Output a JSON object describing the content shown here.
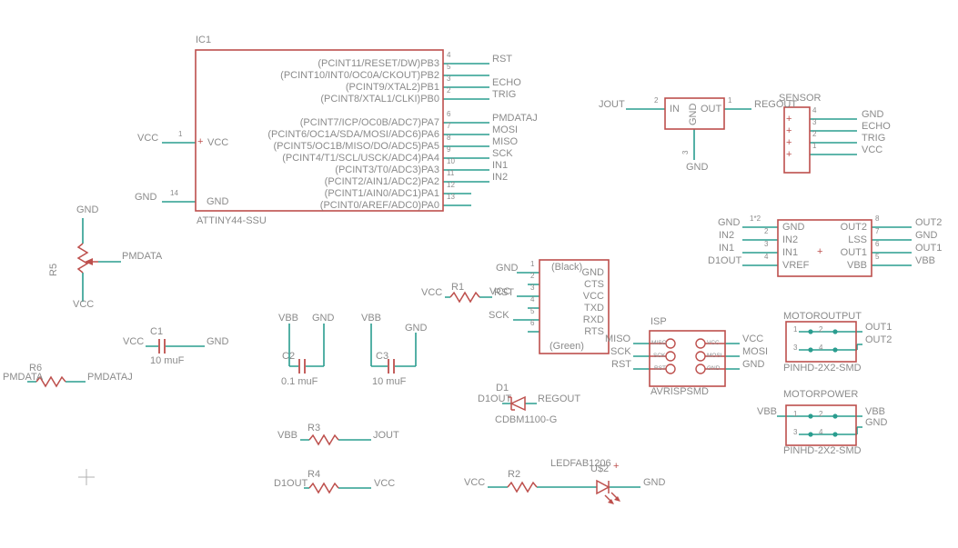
{
  "colors": {
    "wire": "#2a9d8f",
    "symbol": "#bd4f4c",
    "text": "#8b8b8b"
  },
  "ic1": {
    "name": "IC1",
    "part": "ATTINY44-SSU",
    "inside_vcc": "VCC",
    "inside_gnd": "GND",
    "plus": "+",
    "left": [
      {
        "net": "VCC",
        "num": "1"
      },
      {
        "net": "GND",
        "num": "14"
      }
    ],
    "right": [
      {
        "pin": "(PCINT11/RESET/DW)PB3",
        "num": "4",
        "net": "RST"
      },
      {
        "pin": "(PCINT10/INT0/OC0A/CKOUT)PB2",
        "num": "5",
        "net": ""
      },
      {
        "pin": "(PCINT9/XTAL2)PB1",
        "num": "3",
        "net": "ECHO"
      },
      {
        "pin": "(PCINT8/XTAL1/CLKI)PB0",
        "num": "2",
        "net": "TRIG"
      },
      {
        "pin": "(PCINT7/ICP/OC0B/ADC7)PA7",
        "num": "6",
        "net": "PMDATAJ"
      },
      {
        "pin": "(PCINT6/OC1A/SDA/MOSI/ADC6)PA6",
        "num": "7",
        "net": "MOSI"
      },
      {
        "pin": "(PCINT5/OC1B/MISO/DO/ADC5)PA5",
        "num": "8",
        "net": "MISO"
      },
      {
        "pin": "(PCINT4/T1/SCL/USCK/ADC4)PA4",
        "num": "9",
        "net": "SCK"
      },
      {
        "pin": "(PCINT3/T0/ADC3)PA3",
        "num": "10",
        "net": "IN1"
      },
      {
        "pin": "(PCINT2/AIN1/ADC2)PA2",
        "num": "11",
        "net": "IN2"
      },
      {
        "pin": "(PCINT1/AIN0/ADC1)PA1",
        "num": "12",
        "net": ""
      },
      {
        "pin": "(PCINT0/AREF/ADC0)PA0",
        "num": "13",
        "net": ""
      }
    ]
  },
  "regulator": {
    "net_in": "JOUT",
    "num_in": "2",
    "pin_in_label": "IN",
    "pin_out_label": "OUT",
    "num_out": "1",
    "net_out": "REGOUT",
    "pin_gnd_label": "GND",
    "num_gnd": "3",
    "net_gnd": "GND"
  },
  "sensor": {
    "name": "SENSOR",
    "plus": "+",
    "pins": [
      {
        "num": "4",
        "net": "GND"
      },
      {
        "num": "3",
        "net": "ECHO"
      },
      {
        "num": "2",
        "net": "TRIG"
      },
      {
        "num": "1",
        "net": "VCC"
      }
    ]
  },
  "hbridge": {
    "plus": "+",
    "rows": [
      {
        "lnet": "GND",
        "lnum": "1*2",
        "lname": "GND",
        "rname": "OUT2",
        "rnum": "8",
        "rnet": "OUT2"
      },
      {
        "lnet": "IN2",
        "lnum": "2",
        "lname": "IN2",
        "rname": "LSS",
        "rnum": "7",
        "rnet": "GND"
      },
      {
        "lnet": "IN1",
        "lnum": "3",
        "lname": "IN1",
        "rname": "OUT1",
        "rnum": "6",
        "rnet": "OUT1"
      },
      {
        "lnet": "D1OUT",
        "lnum": "4",
        "lname": "VREF",
        "rname": "VBB",
        "rnum": "5",
        "rnet": "VBB"
      }
    ]
  },
  "ftdi": {
    "top_note": "(Black)",
    "bottom_note": "(Green)",
    "pins": [
      {
        "name": "GND",
        "num": "1",
        "net": "GND"
      },
      {
        "name": "CTS",
        "num": "2",
        "net": ""
      },
      {
        "name": "VCC",
        "num": "3",
        "net": "VCC"
      },
      {
        "name": "TXD",
        "num": "4",
        "net": ""
      },
      {
        "name": "RXD",
        "num": "5",
        "net": "SCK"
      },
      {
        "name": "RTS",
        "num": "6",
        "net": ""
      }
    ]
  },
  "isp": {
    "name": "ISP",
    "part": "AVRISPSMD",
    "rows": [
      {
        "lnet": "MISO",
        "lpad": "MISO",
        "rpad": "VCC",
        "rnet": "VCC"
      },
      {
        "lnet": "SCK",
        "lpad": "SCK",
        "rpad": "MOSI",
        "rnet": "MOSI"
      },
      {
        "lnet": "RST",
        "lpad": "RST",
        "rpad": "GND",
        "rnet": "GND"
      }
    ]
  },
  "motoroutput": {
    "name": "MOTOROUTPUT",
    "part": "PINHD-2X2-SMD",
    "pins": [
      "1",
      "2",
      "3",
      "4"
    ],
    "nets": [
      "OUT1",
      "OUT2"
    ]
  },
  "motorpower": {
    "name": "MOTORPOWER",
    "part": "PINHD-2X2-SMD",
    "pins": [
      "1",
      "2",
      "3",
      "4"
    ],
    "net_left": "VBB",
    "nets_right": [
      "VBB",
      "GND"
    ]
  },
  "pot": {
    "name": "R5",
    "top_net": "GND",
    "wiper_net": "PMDATA",
    "bottom_net": "VCC"
  },
  "r1": {
    "name": "R1",
    "left_net": "VCC",
    "right_net": "RST"
  },
  "r3": {
    "name": "R3",
    "left_net": "VBB",
    "right_net": "JOUT"
  },
  "r4": {
    "name": "R4",
    "left_net": "D1OUT",
    "right_net": "VCC"
  },
  "r6": {
    "name": "R6",
    "left_net": "PMDATA",
    "right_net": "PMDATAJ"
  },
  "c1": {
    "name": "C1",
    "left_net": "VCC",
    "right_net": "GND",
    "value": "10 muF"
  },
  "c2": {
    "name": "C2",
    "left_net": "VBB",
    "right_net": "GND",
    "value": "0.1 muF"
  },
  "c3": {
    "name": "C3",
    "left_net": "VBB",
    "right_net": "GND",
    "value": "10 muF"
  },
  "d1": {
    "name": "D1",
    "left_net": "D1OUT",
    "right_net": "REGOUT",
    "part": "CDBM1100-G"
  },
  "ledchain": {
    "left_net": "VCC",
    "r_name": "R2",
    "led_part": "LEDFAB1206",
    "led_name": "U$2",
    "plus": "+",
    "right_net": "GND"
  }
}
